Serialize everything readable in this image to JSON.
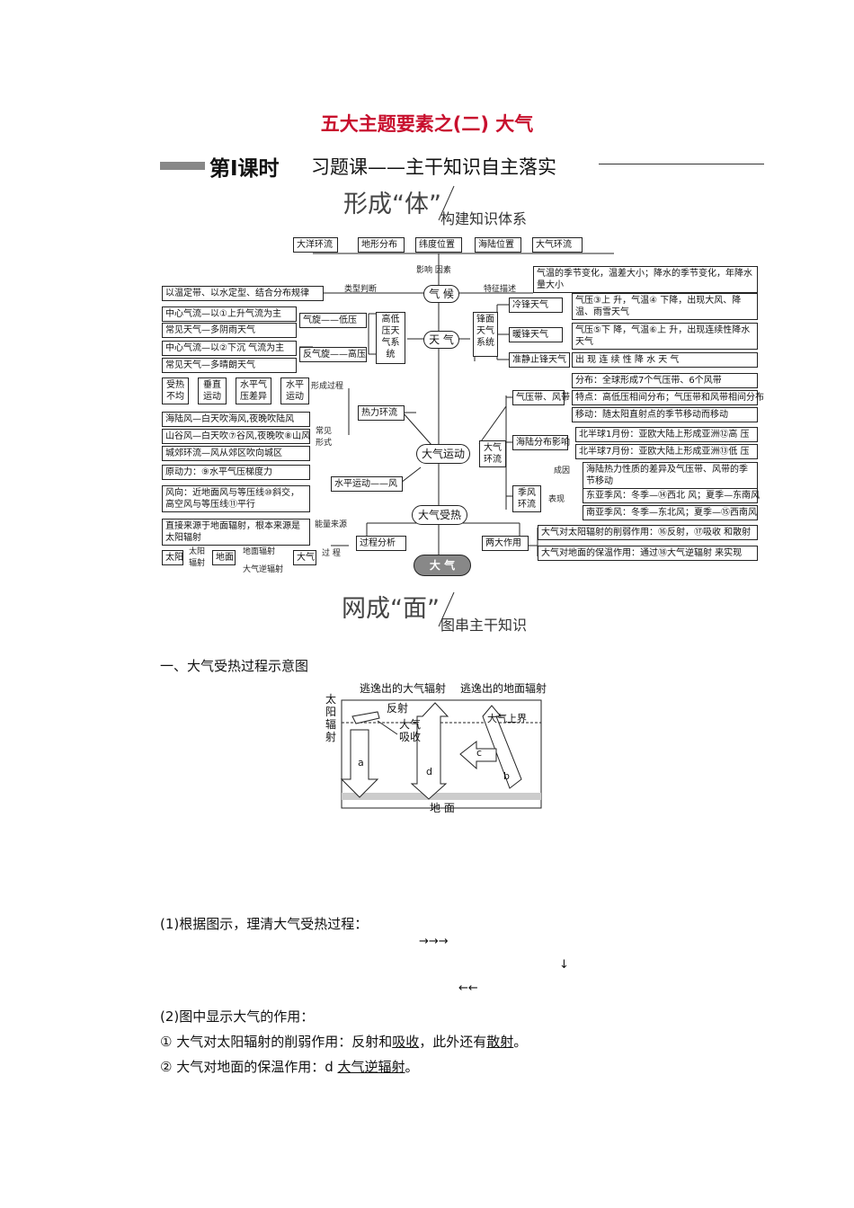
{
  "title": "五大主题要素之(二) 大气",
  "lesson": {
    "number": "第Ⅰ课时",
    "subtitle": "习题课——主干知识自主落实"
  },
  "section1": {
    "big": "形成“体”",
    "small": "构建知识体系"
  },
  "section2": {
    "big": "网成“面”",
    "small": "图串主干知识"
  },
  "mindmap": {
    "factors": [
      "大洋环流",
      "地形分布",
      "纬度位置",
      "海陆位置",
      "大气环流"
    ],
    "factor_label": "影响 因素",
    "type_label": "类型判断",
    "feature_label": "特征描述",
    "climate_rule": "以温定带、以水定型、结合分布规律",
    "climate": "气 候",
    "climate_desc": "气温的季节变化，温差大小；降水的季节变化，年降水量大小",
    "cyclone1": "中心气流—以①上升气流为主",
    "cyclone2": "常见天气—多阴雨天气",
    "anticyclone1": "中心气流—以②下沉 气流为主",
    "anticyclone2": "常见天气—多晴朗天气",
    "cyclone_box": "气旋——低压",
    "anticyclone_box": "反气旋——高压",
    "pressure_sys": "高低压天气系统",
    "weather": "天 气",
    "front_sys": "锋面天气系统",
    "cold_front": "冷锋天气",
    "cold_desc": "气压③上 升，气温④ 下降，出现大风、降温、雨雪天气",
    "warm_front": "暖锋天气",
    "warm_desc": "气压⑤下 降，气温⑥上 升，出现连续性降水天气",
    "stationary": "准静止锋天气",
    "stationary_desc": "出 现 连 续 性 降 水 天 气",
    "thermal_steps": [
      "受热不均",
      "垂直运动",
      "水平气压差异",
      "水平运动"
    ],
    "thermal_label": "形成过程",
    "common_label": "常见形式",
    "sea_land": "海陆风—白天吹海风,夜晚吹陆风",
    "valley": "山谷风—白天吹⑦谷风,夜晚吹⑧山风",
    "urban": "城郊环流—风从郊区吹向城区",
    "thermal": "热力环流",
    "motion": "大气运动",
    "force": "原动力：⑨水平气压梯度力",
    "wind_dir": "风向：近地面风与等压线⑩斜交，高空风与等压线⑪平行",
    "horizontal": "水平运动——风",
    "circulation": "大气环流",
    "belts": "气压带、风带",
    "belts1": "分布：全球形成7个气压带、6个风带",
    "belts2": "特点：高低压相间分布；气压带和风带相间分布",
    "belts3": "移动：随太阳直射点的季节移动而移动",
    "sealand_effect": "海陆分布影响",
    "jan": "北半球1月份：亚欧大陆上形成亚洲⑫高 压",
    "jul": "北半球7月份：亚欧大陆上形成亚洲⑬低 压",
    "monsoon": "季风环流",
    "cause_label": "成因",
    "show_label": "表现",
    "cause": "海陆热力性质的差异及气压带、风带的季节移动",
    "east_asia": "东亚季风：冬季—⑭西北 风；夏季—东南风",
    "south_asia": "南亚季风：冬季—东北风；夏季—⑮西南风",
    "heating": "大气受热",
    "source": "直接来源于地面辐射，根本来源是太阳辐射",
    "energy_label": "能量来源",
    "process_label": "过 程",
    "process": "过程分析",
    "rad_sun": "太阳",
    "rad_sun2": "太阳辐射",
    "rad_ground": "地面",
    "rad_ground2": "地面辐射",
    "rad_back": "大气逆辐射",
    "rad_air": "大气",
    "two_roles": "两大作用",
    "role1": "大气对太阳辐射的削弱作用：⑯反射，⑰吸收 和散射",
    "role2": "大气对地面的保温作用：通过⑱大气逆辐射 来实现",
    "root": "大 气"
  },
  "part1_heading": "一、大气受热过程示意图",
  "diagram": {
    "top_left": "逃逸出的大气辐射",
    "top_right": "逃逸出的地面辐射",
    "sun": "太阳辐射",
    "reflect": "反射",
    "absorb": "大气吸收",
    "upper": "大气上界",
    "a": "a",
    "b": "b",
    "c": "c",
    "d": "d",
    "ground": "地 面"
  },
  "q1": "(1)根据图示，理清大气受热过程：",
  "q2": "(2)图中显示大气的作用：",
  "role_a": {
    "prefix": "① 大气对太阳辐射的削弱作用：反射和",
    "u1": "吸收",
    "mid": "，此外还有",
    "u2": "散射",
    "end": "。"
  },
  "role_b": {
    "prefix": "② 大气对地面的保温作用：d ",
    "u1": "大气逆辐射",
    "end": "。"
  }
}
